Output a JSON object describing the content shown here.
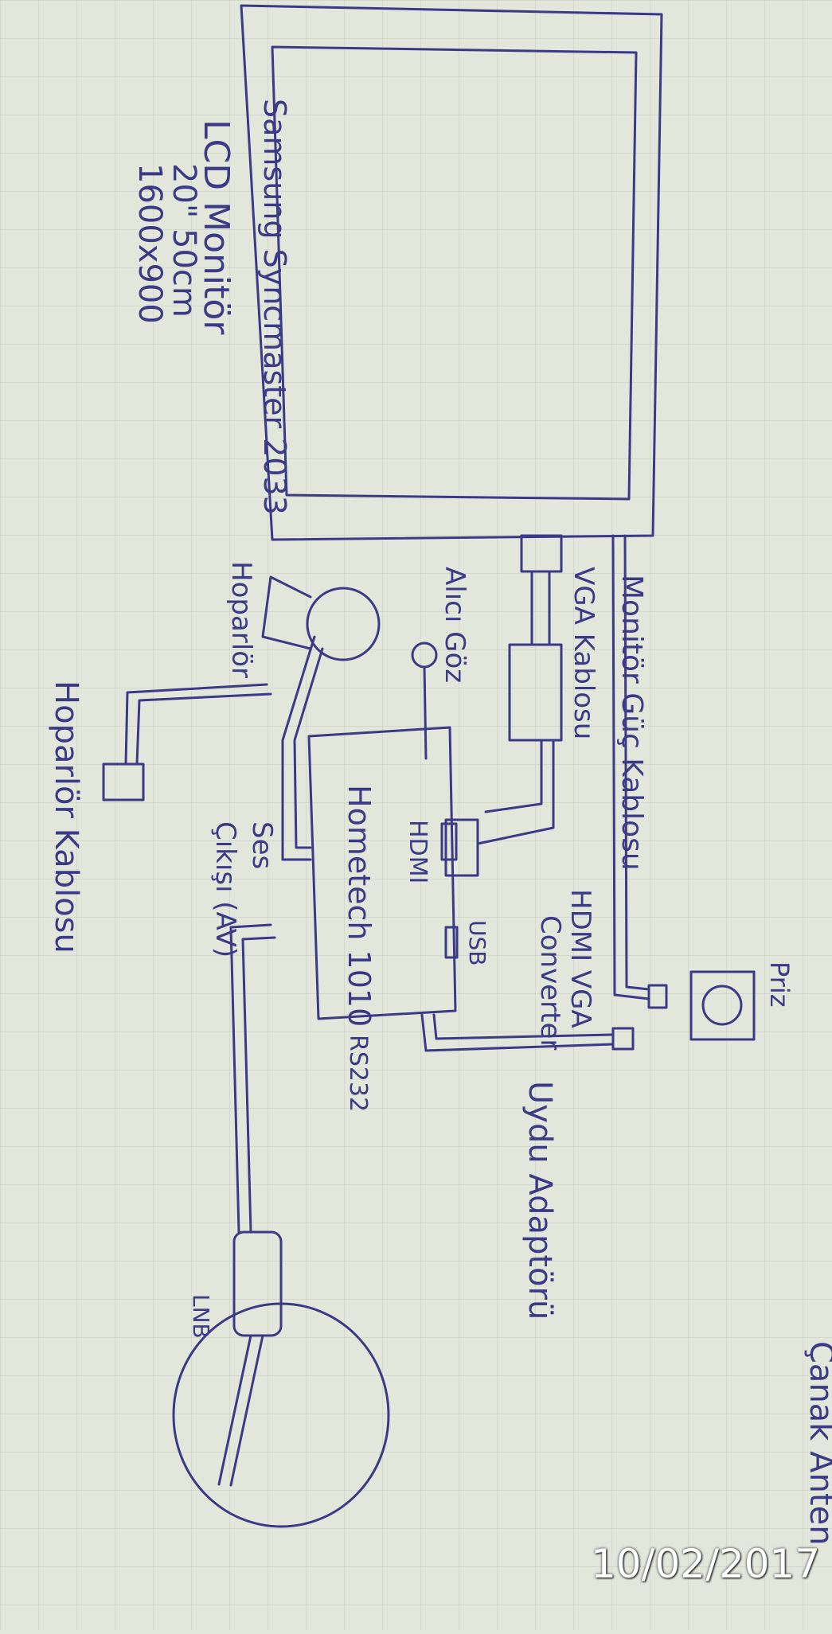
{
  "monitor": {
    "title": "Samsung Syncmaster 2033",
    "type": "LCD Monitör",
    "size": "20\" 50cm",
    "resolution": "1600x900"
  },
  "labels": {
    "monitor_power_cable": "Monitör Güç Kablosu",
    "socket": "Priz",
    "vga_cable": "VGA Kablosu",
    "hdmi_vga_converter_1": "HDMI VGA",
    "hdmi_vga_converter_2": "Converter",
    "receiver_eye": "Alıcı Göz",
    "speaker": "Hoparlör",
    "audio_out_1": "Ses",
    "audio_out_2": "Çıkışı (AV)",
    "speaker_cable": "Hoparlör Kablosu",
    "hdmi_port": "HDMI",
    "usb_port": "USB",
    "receiver": "Hometech 1010",
    "rs232": "RS232",
    "satellite_adapter": "Uydu Adaptörü",
    "lnb": "LNB",
    "dish": "Çanak Anten"
  },
  "date_stamp": "10/02/2017",
  "colors": {
    "ink": "#3b3a86",
    "paper": "#e3e6da",
    "grid": "#c9cfc4"
  }
}
